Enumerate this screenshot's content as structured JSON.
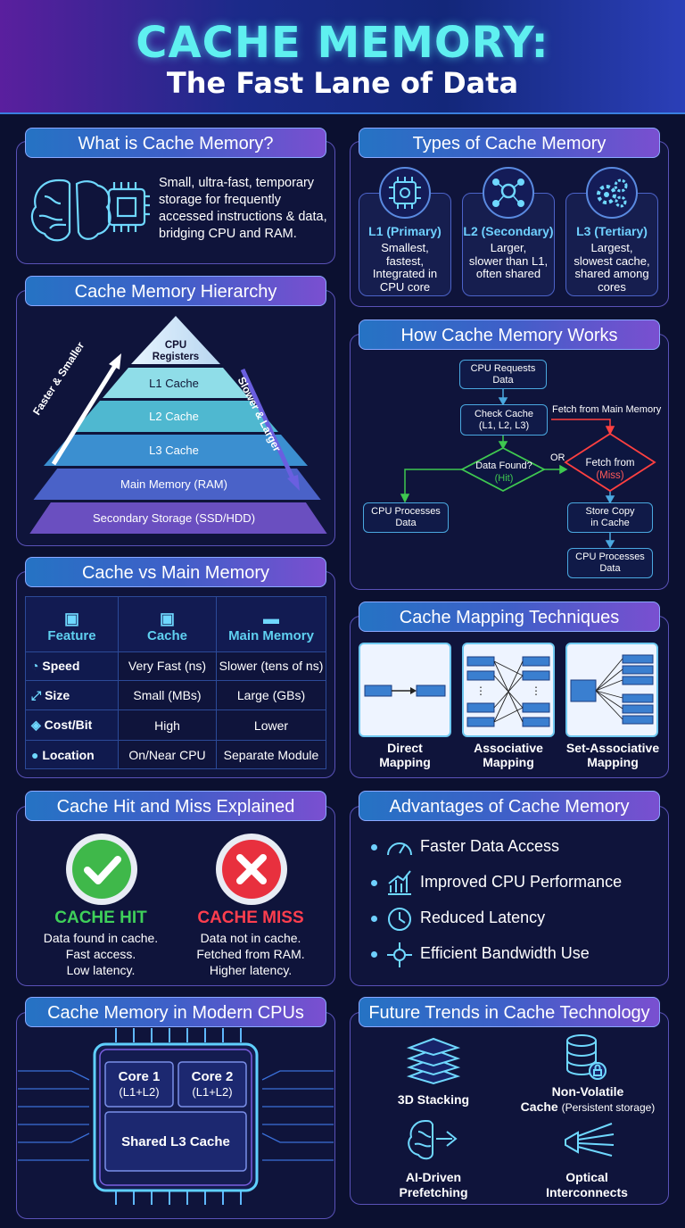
{
  "header": {
    "title": "CACHE MEMORY:",
    "subtitle": "The Fast Lane of Data"
  },
  "what": {
    "title": "What is Cache Memory?",
    "desc": [
      "Small, ultra-fast, temporary",
      "storage for frequently",
      "accessed instructions & data,",
      "bridging CPU and RAM."
    ]
  },
  "types": {
    "title": "Types of Cache Memory",
    "items": [
      {
        "name": "L1 (Primary)",
        "desc": [
          "Smallest,",
          "fastest,",
          "Integrated in",
          "CPU core"
        ]
      },
      {
        "name": "L2 (Secondary)",
        "desc": [
          "Larger,",
          "slower than L1,",
          "often shared"
        ]
      },
      {
        "name": "L3 (Tertiary)",
        "desc": [
          "Largest,",
          "slowest cache,",
          "shared among",
          "cores"
        ]
      }
    ]
  },
  "hierarchy": {
    "title": "Cache Memory Hierarchy",
    "levels": [
      "CPU",
      "Registers",
      "L1 Cache",
      "L2 Cache",
      "L3 Cache",
      "Main Memory (RAM)",
      "Secondary Storage (SSD/HDD)"
    ],
    "left_label": "Faster & Smaller",
    "right_label": "Slower & Larger"
  },
  "works": {
    "title": "How Cache Memory Works",
    "request": [
      "CPU Requests",
      "Data"
    ],
    "check": [
      "Check Cache",
      "(L1, L2, L3)"
    ],
    "fetch_main_label": "Fetch from Main Memory",
    "found": "Data Found?",
    "hit": "(Hit)",
    "or": "OR",
    "fetch": "Fetch from",
    "miss": "(Miss)",
    "process_left": [
      "CPU Processes",
      "Data"
    ],
    "store": [
      "Store Copy",
      "in Cache"
    ],
    "process_right": [
      "CPU Processes",
      "Data"
    ]
  },
  "compare": {
    "title": "Cache vs Main Memory",
    "headers": [
      "Feature",
      "Cache",
      "Main Memory"
    ],
    "rows": [
      {
        "feature": "Speed",
        "cache": "Very Fast (ns)",
        "main": "Slower (tens of ns)"
      },
      {
        "feature": "Size",
        "cache": "Small (MBs)",
        "main": "Large (GBs)"
      },
      {
        "feature": "Cost/Bit",
        "cache": "High",
        "main": "Lower"
      },
      {
        "feature": "Location",
        "cache": "On/Near CPU",
        "main": "Separate Module"
      }
    ]
  },
  "mapping": {
    "title": "Cache Mapping Techniques",
    "items": [
      [
        "Direct",
        "Mapping"
      ],
      [
        "Associative",
        "Mapping"
      ],
      [
        "Set-Associative",
        "Mapping"
      ]
    ]
  },
  "hitmiss": {
    "title": "Cache Hit and Miss Explained",
    "hit_label": "CACHE HIT",
    "hit_desc": [
      "Data found in cache.",
      "Fast access.",
      "Low latency."
    ],
    "miss_label": "CACHE MISS",
    "miss_desc": [
      "Data not in cache.",
      "Fetched from RAM.",
      "Higher latency."
    ],
    "hit_color": "#3fd05a",
    "miss_color": "#ff3e4e"
  },
  "advantages": {
    "title": "Advantages of Cache Memory",
    "items": [
      "Faster Data Access",
      "Improved CPU Performance",
      "Reduced Latency",
      "Efficient Bandwidth Use"
    ]
  },
  "modern": {
    "title": "Cache Memory in Modern CPUs",
    "core1": "Core 1",
    "core1_sub": "(L1+L2)",
    "core2": "Core 2",
    "core2_sub": "(L1+L2)",
    "shared": "Shared L3 Cache"
  },
  "future": {
    "title": "Future Trends in Cache Technology",
    "items": [
      [
        "3D Stacking"
      ],
      [
        "Non-Volatile",
        "Cache",
        "(Persistent storage)"
      ],
      [
        "AI-Driven",
        "Prefetching"
      ],
      [
        "Optical",
        "Interconnects"
      ]
    ]
  },
  "colors": {
    "accent": "#5ff0f0",
    "panel_border": "#5a52b8",
    "title_grad_start": "#2573c4",
    "title_grad_end": "#7a4fd0",
    "flow_green": "#3fc850",
    "flow_red": "#ff4040",
    "flow_blue": "#4aa8e0"
  }
}
